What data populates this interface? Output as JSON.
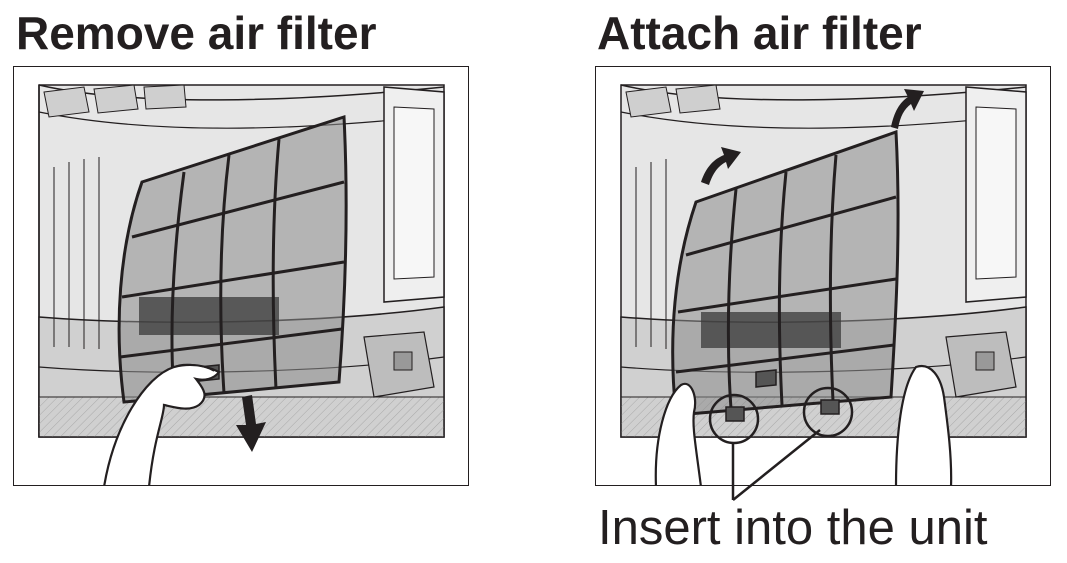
{
  "left": {
    "title": "Remove air filter"
  },
  "right": {
    "title": "Attach air filter",
    "caption": "Insert into the unit"
  },
  "colors": {
    "ink": "#231f20",
    "unit_gray": "#d9d9d9",
    "filter_gray": "#6e6e6e",
    "dark_band": "#3a3a3a",
    "arrow": "#231f20"
  },
  "icons": {
    "left_arrow": "arrow-down-icon",
    "right_arrows": "arrow-up-curved-icon"
  }
}
